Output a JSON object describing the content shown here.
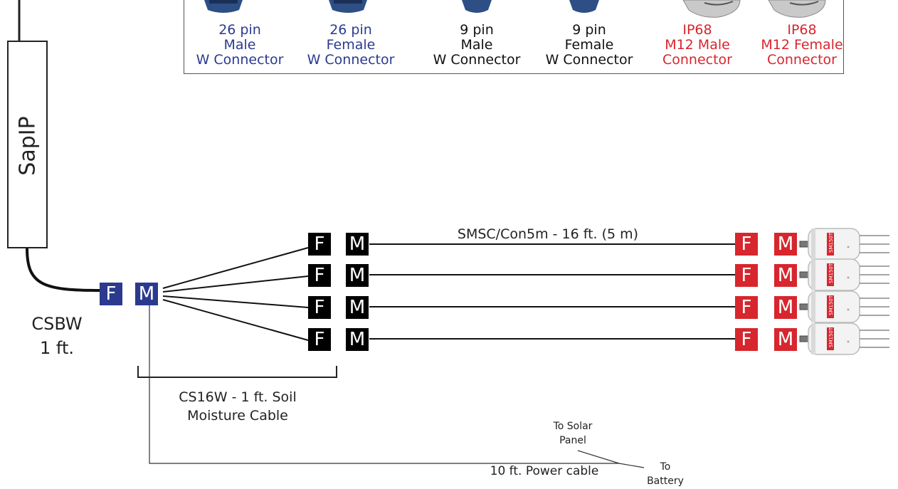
{
  "legend": {
    "items": [
      {
        "lines": [
          "26 pin",
          "Male",
          "W Connector"
        ],
        "color": "#2b3a8f"
      },
      {
        "lines": [
          "26 pin",
          "Female",
          "W Connector"
        ],
        "color": "#2b3a8f"
      },
      {
        "lines": [
          "9 pin",
          "Male",
          "W Connector"
        ],
        "color": "#111111"
      },
      {
        "lines": [
          "9 pin",
          "Female",
          "W Connector"
        ],
        "color": "#111111"
      },
      {
        "lines": [
          "IP68",
          "M12 Male",
          "Connector"
        ],
        "color": "#d7262d"
      },
      {
        "lines": [
          "IP68",
          "M12 Female",
          "Connector"
        ],
        "color": "#d7262d"
      }
    ]
  },
  "logger": {
    "label": "SapIP"
  },
  "csbw": {
    "line1": "CSBW",
    "line2": "1 ft."
  },
  "connectors": {
    "female": "F",
    "male": "M"
  },
  "cs16w": {
    "line1": "CS16W - 1 ft. Soil",
    "line2": "Moisture Cable"
  },
  "smsc": {
    "label": "SMSC/Con5m - 16 ft. (5 m)"
  },
  "power": {
    "cable": "10 ft. Power cable",
    "solar": {
      "line1": "To Solar",
      "line2": "Panel"
    },
    "battery": {
      "line1": "To",
      "line2": "Battery"
    }
  },
  "sensor": {
    "label": "SM150T"
  },
  "colors": {
    "blue": "#2b3a8f",
    "black": "#000000",
    "red": "#d7262d"
  }
}
